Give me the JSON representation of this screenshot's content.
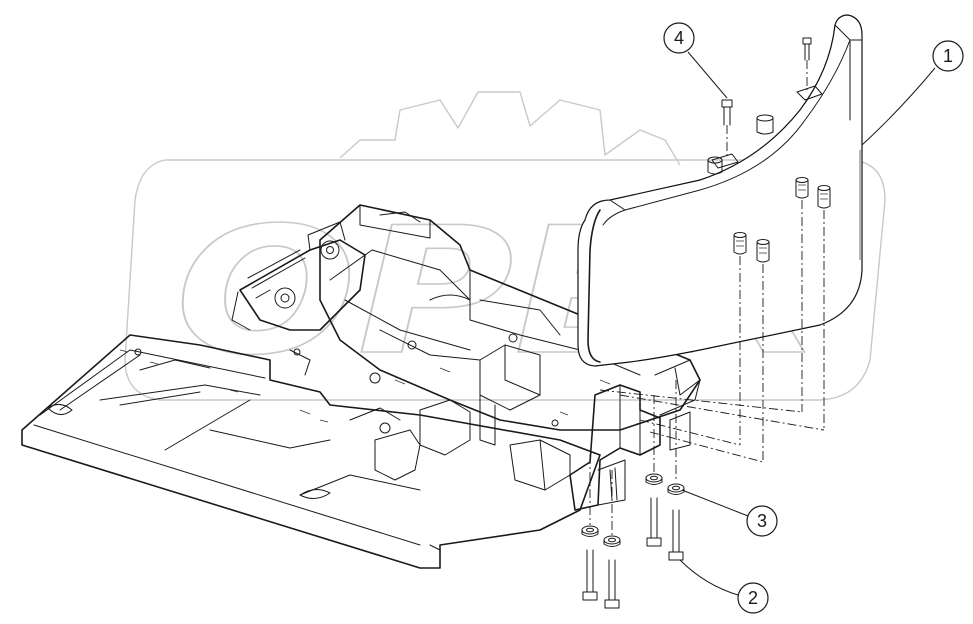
{
  "watermark": {
    "text": "OPEX",
    "color": "#c9c9c9"
  },
  "callouts": [
    {
      "id": "1",
      "label": "1",
      "part": "counterweight"
    },
    {
      "id": "2",
      "label": "2",
      "part": "bolt"
    },
    {
      "id": "3",
      "label": "3",
      "part": "washer"
    },
    {
      "id": "4",
      "label": "4",
      "part": "lifting-bolt"
    }
  ],
  "colors": {
    "line": "#1a1a1a",
    "background": "#ffffff"
  }
}
